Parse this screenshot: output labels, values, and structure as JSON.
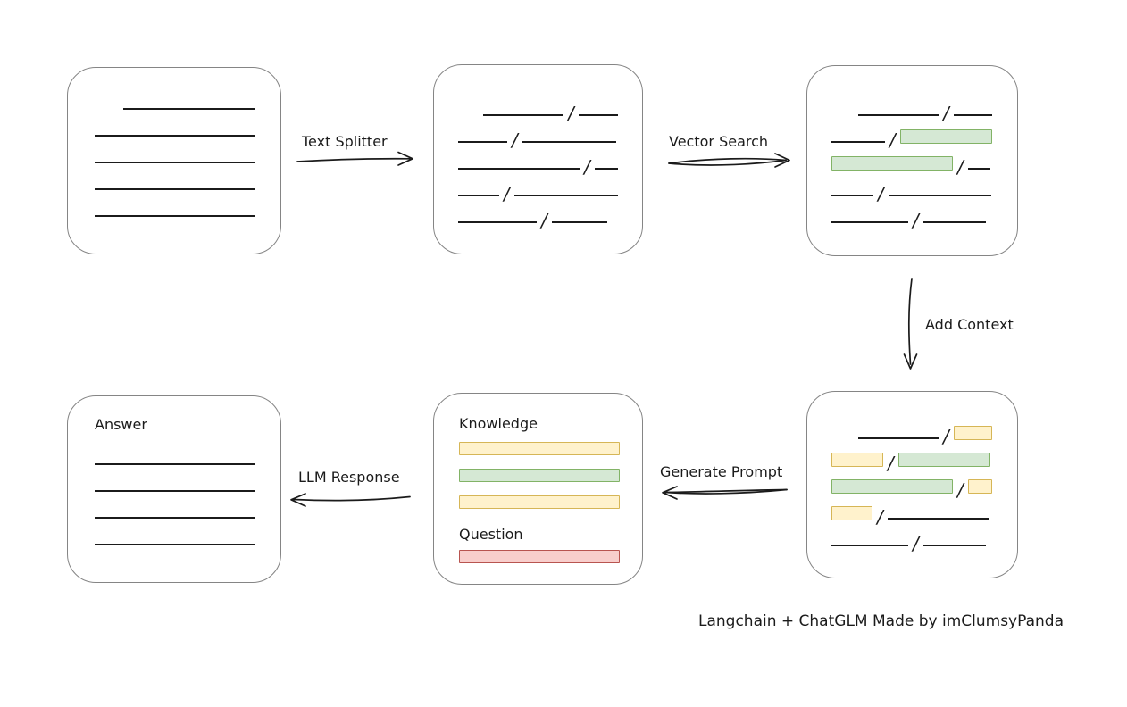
{
  "caption": "Langchain + ChatGLM Made by imClumsyPanda",
  "colors": {
    "ink": "#1b1b1b",
    "box_border": "#858585",
    "green": {
      "fill": "#d5e8d4",
      "stroke": "#82b366"
    },
    "yellow": {
      "fill": "#fff2cc",
      "stroke": "#d6b656"
    },
    "red": {
      "fill": "#f8cecc",
      "stroke": "#b85450"
    }
  },
  "labels": {
    "text_splitter": "Text Splitter",
    "vector_search": "Vector Search",
    "add_context": "Add Context",
    "generate_prompt": "Generate Prompt",
    "llm_response": "LLM Response"
  },
  "boxes": {
    "document": {
      "rows": [
        [
          {
            "t": "gap",
            "w": 32
          },
          {
            "t": "line",
            "w": 148
          }
        ],
        [
          {
            "t": "line",
            "w": 180
          }
        ],
        [
          {
            "t": "line",
            "w": 179
          }
        ],
        [
          {
            "t": "line",
            "w": 180
          }
        ],
        [
          {
            "t": "line",
            "w": 180
          }
        ]
      ]
    },
    "chunks": {
      "rows": [
        [
          {
            "t": "gap",
            "w": 28
          },
          {
            "t": "line",
            "w": 90
          },
          {
            "t": "line",
            "w": 44
          }
        ],
        [
          {
            "t": "line",
            "w": 55
          },
          {
            "t": "line",
            "w": 105
          }
        ],
        [
          {
            "t": "line",
            "w": 136
          },
          {
            "t": "line",
            "w": 26
          }
        ],
        [
          {
            "t": "line",
            "w": 46
          },
          {
            "t": "line",
            "w": 116
          }
        ],
        [
          {
            "t": "line",
            "w": 88
          },
          {
            "t": "line",
            "w": 62
          }
        ]
      ]
    },
    "vector_result": {
      "rows": [
        [
          {
            "t": "gap",
            "w": 30
          },
          {
            "t": "line",
            "w": 90
          },
          {
            "t": "line",
            "w": 43
          }
        ],
        [
          {
            "t": "line",
            "w": 60
          },
          {
            "t": "green",
            "w": 103
          }
        ],
        [
          {
            "t": "green",
            "w": 136
          },
          {
            "t": "line",
            "w": 25
          }
        ],
        [
          {
            "t": "line",
            "w": 47
          },
          {
            "t": "line",
            "w": 115
          }
        ],
        [
          {
            "t": "line",
            "w": 86
          },
          {
            "t": "line",
            "w": 70
          }
        ]
      ]
    },
    "context": {
      "rows": [
        [
          {
            "t": "gap",
            "w": 30
          },
          {
            "t": "line",
            "w": 90
          },
          {
            "t": "yellow",
            "w": 43
          }
        ],
        [
          {
            "t": "yellow",
            "w": 58
          },
          {
            "t": "green",
            "w": 103
          }
        ],
        [
          {
            "t": "green",
            "w": 136
          },
          {
            "t": "yellow",
            "w": 27
          }
        ],
        [
          {
            "t": "yellow",
            "w": 46
          },
          {
            "t": "line",
            "w": 114
          }
        ],
        [
          {
            "t": "line",
            "w": 86
          },
          {
            "t": "line",
            "w": 70
          }
        ]
      ]
    },
    "prompt": {
      "knowledge_label": "Knowledge",
      "question_label": "Question",
      "knowledge_bars": [
        {
          "color": "yellow"
        },
        {
          "color": "green"
        },
        {
          "color": "yellow"
        }
      ],
      "question_bars": [
        {
          "color": "red"
        }
      ]
    },
    "answer": {
      "label": "Answer",
      "rows": [
        [
          {
            "t": "line",
            "w": 180
          }
        ],
        [
          {
            "t": "line",
            "w": 180
          }
        ],
        [
          {
            "t": "line",
            "w": 180
          }
        ],
        [
          {
            "t": "line",
            "w": 180
          }
        ]
      ]
    }
  }
}
